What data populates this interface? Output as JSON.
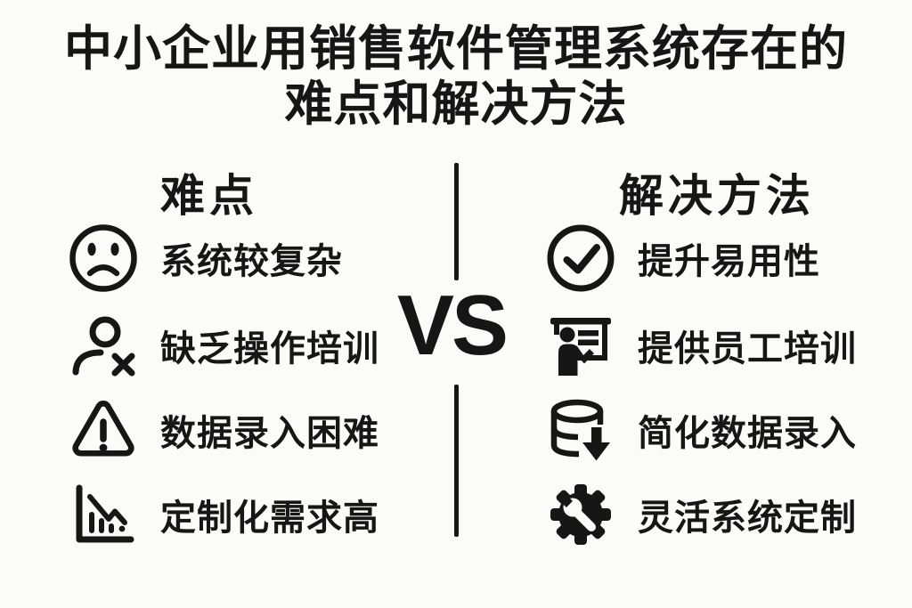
{
  "title": {
    "line1": "中小企业用销售软件管理系统存在的",
    "line2": "难点和解决方法"
  },
  "vs": {
    "label": "VS"
  },
  "left": {
    "header": "难点",
    "items": [
      {
        "icon": "sad-face-icon",
        "label": "系统较复杂"
      },
      {
        "icon": "user-x-icon",
        "label": "缺乏操作培训"
      },
      {
        "icon": "warning-triangle-icon",
        "label": "数据录入困难"
      },
      {
        "icon": "chart-declining-icon",
        "label": "定制化需求高"
      }
    ]
  },
  "right": {
    "header": "解决方法",
    "items": [
      {
        "icon": "check-circle-icon",
        "label": "提升易用性"
      },
      {
        "icon": "presentation-training-icon",
        "label": "提供员工培训"
      },
      {
        "icon": "database-arrow-down-icon",
        "label": "简化数据录入"
      },
      {
        "icon": "gear-wrench-icon",
        "label": "灵活系统定制"
      }
    ]
  },
  "colors": {
    "ink": "#161616",
    "background": "#fbfbfa"
  }
}
